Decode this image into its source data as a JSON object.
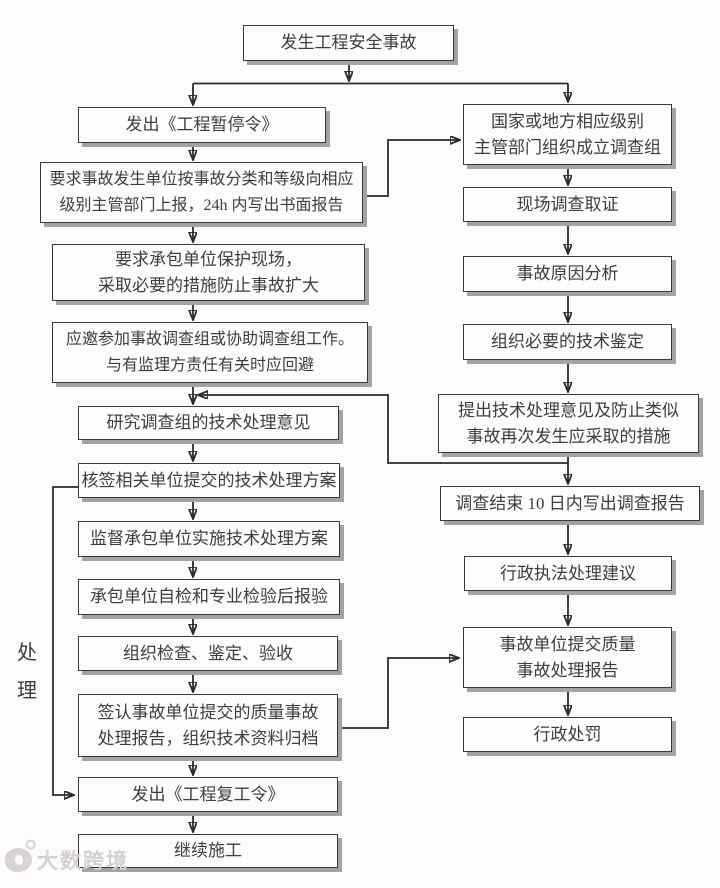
{
  "colors": {
    "background": "#fdfbfc",
    "node_fill": "#fefdfd",
    "node_border": "#3a3a3a",
    "node_shadow": "#a3a3a3",
    "connector": "#2b2b2b",
    "text": "#3d3d3d",
    "watermark": "#d5d1d3"
  },
  "nodes": {
    "start": "发生工程安全事故",
    "l1": "发出《工程暂停令》",
    "l2": "要求事故发生单位按事故分类和等级向相应\n级别主管部门上报，24h 内写出书面报告",
    "l3": "要求承包单位保护现场，\n采取必要的措施防止事故扩大",
    "l4": "应邀参加事故调查组或协助调查组工作。\n与有监理方责任有关时应回避",
    "l5": "研究调查组的技术处理意见",
    "l6": "核签相关单位提交的技术处理方案",
    "l7": "监督承包单位实施技术处理方案",
    "l8": "承包单位自检和专业检验后报验",
    "l9": "组织检查、鉴定、验收",
    "l10": "签认事故单位提交的质量事故\n处理报告，组织技术资料归档",
    "l11": "发出《工程复工令》",
    "l12": "继续施工",
    "r1": "国家或地方相应级别\n主管部门组织成立调查组",
    "r2": "现场调查取证",
    "r3": "事故原因分析",
    "r4": "组织必要的技术鉴定",
    "r5": "提出技术处理意见及防止类似\n事故再次发生应采取的措施",
    "r6": "调查结束 10 日内写出调查报告",
    "r7": "行政执法处理建议",
    "r8": "事故单位提交质量\n事故处理报告",
    "r9": "行政处罚"
  },
  "side_label": "处\n理",
  "watermark": {
    "logo_icon": "brand-logo",
    "text": "大数跨境"
  }
}
